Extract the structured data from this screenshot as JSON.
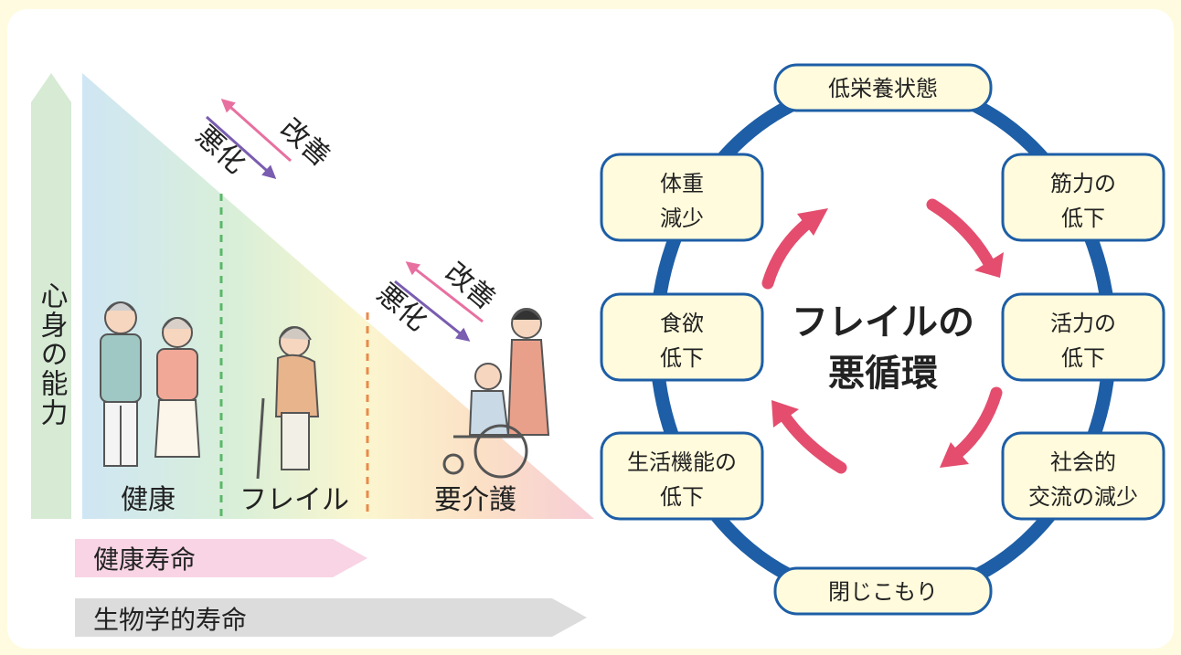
{
  "left": {
    "axis_label": "心身の能力",
    "stages": [
      "健康",
      "フレイル",
      "要介護"
    ],
    "change_upper": {
      "improve": "改善",
      "worsen": "悪化"
    },
    "change_lower": {
      "improve": "改善",
      "worsen": "悪化"
    },
    "healthy_life": "健康寿命",
    "biological_life": "生物学的寿命"
  },
  "cycle": {
    "title_line1": "フレイルの",
    "title_line2": "悪循環",
    "nodes": [
      {
        "id": "malnutrition",
        "lines": [
          "低栄養状態"
        ]
      },
      {
        "id": "muscle",
        "lines": [
          "筋力の",
          "低下"
        ]
      },
      {
        "id": "vitality",
        "lines": [
          "活力の",
          "低下"
        ]
      },
      {
        "id": "social",
        "lines": [
          "社会的",
          "交流の減少"
        ]
      },
      {
        "id": "withdrawal",
        "lines": [
          "閉じこもり"
        ]
      },
      {
        "id": "function",
        "lines": [
          "生活機能の",
          "低下"
        ]
      },
      {
        "id": "appetite",
        "lines": [
          "食欲",
          "低下"
        ]
      },
      {
        "id": "weight",
        "lines": [
          "体重",
          "減少"
        ]
      }
    ]
  },
  "colors": {
    "ring": "#1d5ea6",
    "arrow": "#e44d6e",
    "box_fill": "#fffbdc",
    "page_bg": "#fffbe0",
    "improve_arrow": "#e870a0",
    "worsen_arrow": "#7a5cb0",
    "healthy_life_bar": "#f8d4e4",
    "biological_life_bar": "#dcdcdc",
    "axis_arrow": "#d6ead4"
  }
}
